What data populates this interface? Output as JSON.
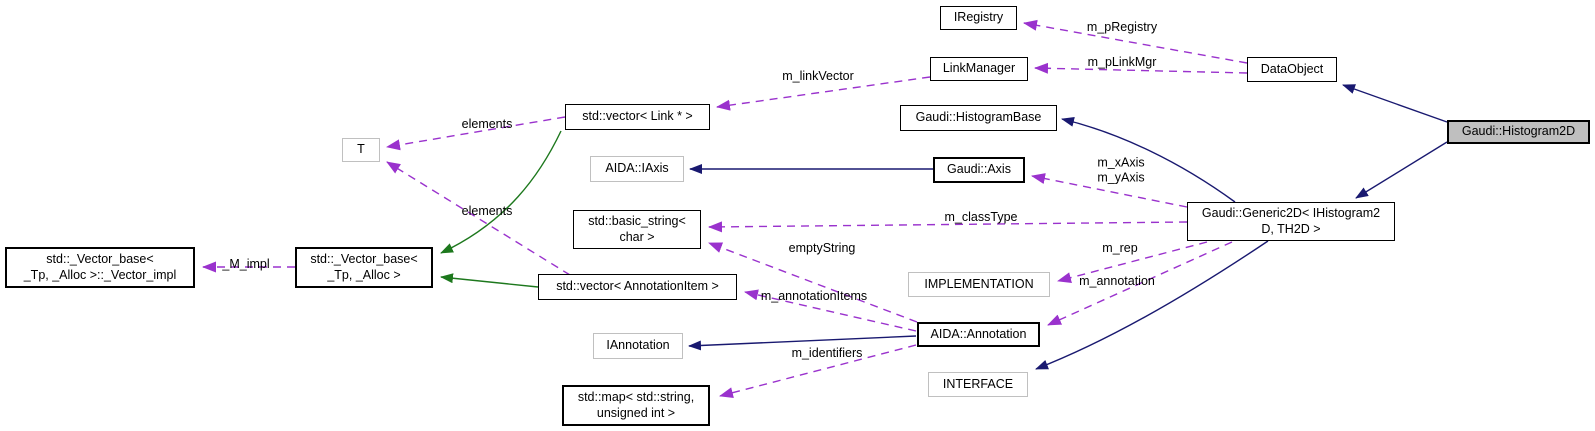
{
  "diagram": {
    "type": "doxygen-collaboration-graph",
    "focus_node": "Gaudi::Histogram2D"
  },
  "colors": {
    "inheritance_edge": "#191970",
    "template_instance_edge": "#1d781d",
    "usage_edge": "#9a32cd",
    "node_border": "#000000",
    "undocumented_node_border": "#c0c0c0",
    "focus_node_fill": "#bfbfbf",
    "node_fill": "#ffffff"
  },
  "nodes": {
    "iregistry": {
      "label": "IRegistry"
    },
    "link_manager": {
      "label": "LinkManager"
    },
    "data_object": {
      "label": "DataObject"
    },
    "vector_link": {
      "label": "std::vector< Link * >"
    },
    "histogram_base": {
      "label": "Gaudi::HistogramBase"
    },
    "t": {
      "label": "T"
    },
    "aida_iaxis": {
      "label": "AIDA::IAxis"
    },
    "gaudi_axis": {
      "label": "Gaudi::Axis"
    },
    "histogram2d": {
      "label": "Gaudi::Histogram2D"
    },
    "basic_string": {
      "label": "std::basic_string<\nchar >"
    },
    "generic2d": {
      "label": "Gaudi::Generic2D< IHistogram2\nD, TH2D >"
    },
    "vector_impl": {
      "label": "std::_Vector_base<\n_Tp, _Alloc >::_Vector_impl"
    },
    "vector_base": {
      "label": "std::_Vector_base<\n_Tp, _Alloc >"
    },
    "vector_annotation": {
      "label": "std::vector< AnnotationItem >"
    },
    "implementation": {
      "label": "IMPLEMENTATION"
    },
    "iannotation": {
      "label": "IAnnotation"
    },
    "aida_annotation": {
      "label": "AIDA::Annotation"
    },
    "interface": {
      "label": "INTERFACE"
    },
    "std_map": {
      "label": "std::map< std::string,\nunsigned int >"
    }
  },
  "edge_labels": {
    "m_pRegistry": "m_pRegistry",
    "m_pLinkMgr": "m_pLinkMgr",
    "m_linkVector": "m_linkVector",
    "elements_links": "elements",
    "elements_annotations": "elements",
    "m_axes": "m_xAxis\nm_yAxis",
    "m_classType": "m_classType",
    "emptyString": "emptyString",
    "m_rep": "m_rep",
    "m_annotation": "m_annotation",
    "m_impl": "_M_impl",
    "m_annotationItems": "m_annotationItems",
    "m_identifiers": "m_identifiers"
  }
}
